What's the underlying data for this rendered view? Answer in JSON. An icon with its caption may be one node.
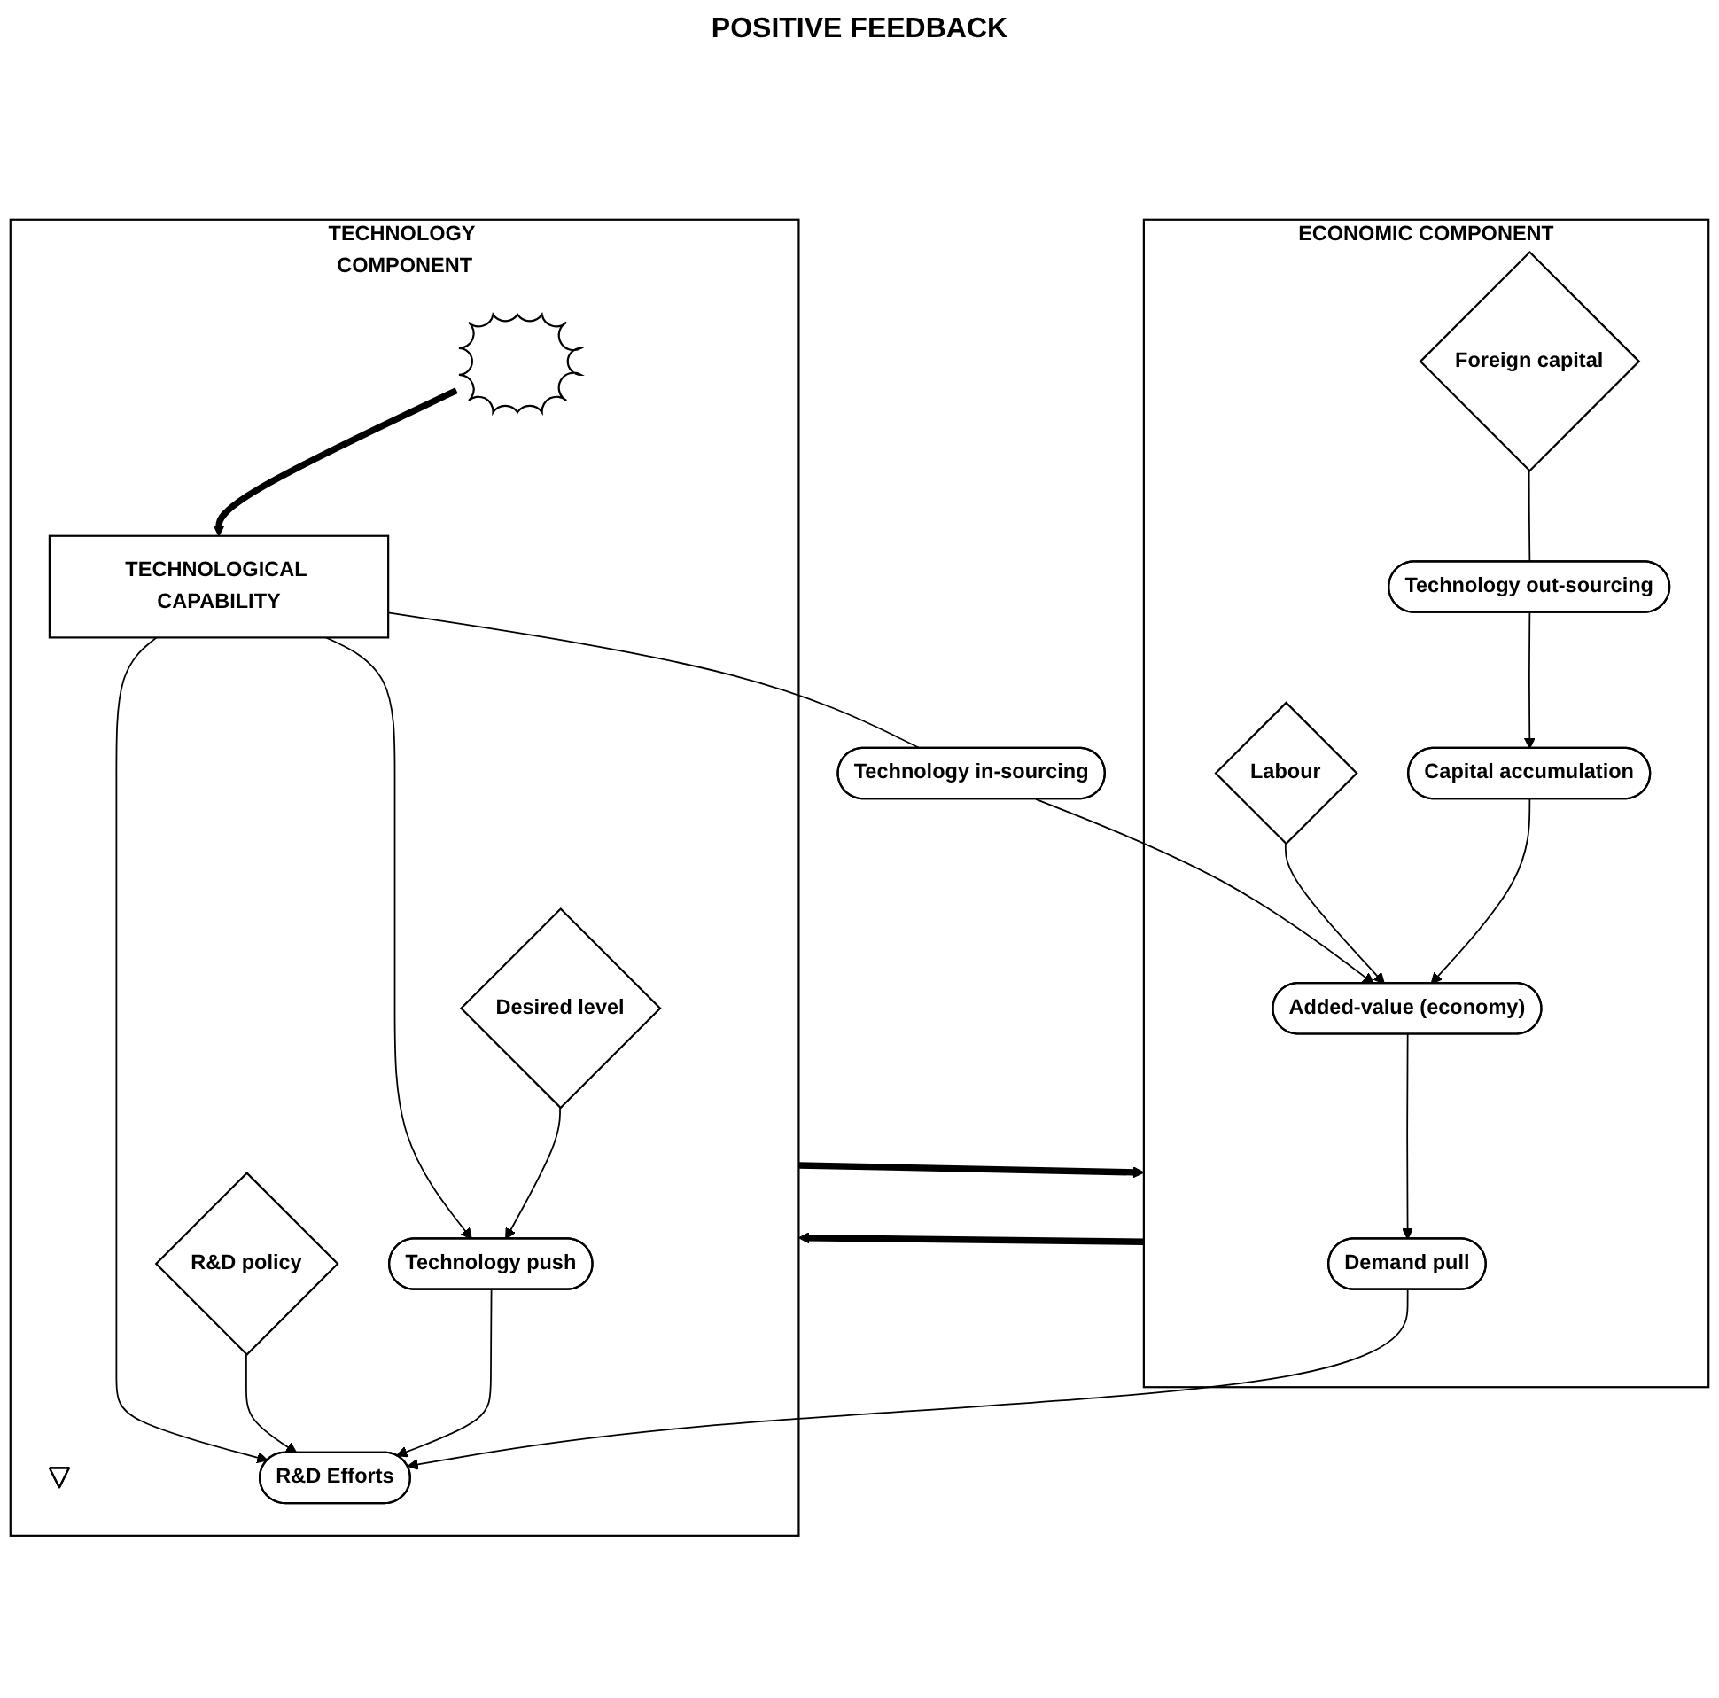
{
  "diagram": {
    "nodes": [
      {
        "text": [
          "TECHNOLOGY COMPONENT"
        ]
      },
      {
        "text": [],
        "shape": "star",
        "in": 0
      },
      {
        "text": [],
        "shape": "triangle",
        "in": 0
      },
      {
        "text": [
          "TECHNOLOGICAL CAPABILITY"
        ],
        "in": 0
      },
      {
        "text": [
          "R&D Efforts"
        ],
        "in": 0
      },
      {
        "text": [
          "R&D policy"
        ],
        "in": 0
      },
      {
        "text": [
          "Technology push"
        ],
        "in": 0
      },
      {
        "text": [
          "Desired level"
        ],
        "in": 0
      },
      {
        "text": [
          "Technology in-sourcing"
        ]
      },
      {
        "text": [
          "ECONOMIC COMPONENT"
        ]
      },
      {
        "text": [
          "Demand pull"
        ],
        "in": 9
      },
      {
        "text": [
          "Added-value (economy)"
        ],
        "in": 9
      },
      {
        "text": [
          "Labour"
        ],
        "in": 9
      },
      {
        "text": [
          "Foreign capital"
        ],
        "in": 9
      },
      {
        "text": [
          "Capital accumulation"
        ],
        "in": 9
      },
      {
        "text": [
          "Technology out-sourcing"
        ],
        "in": 9
      }
    ],
    "edges": [
      {
        "from": 1,
        "to": 3,
        "arrow": "to",
        "style": "thick"
      },
      {
        "from": 3,
        "to": 4,
        "arrow": "to"
      },
      {
        "from": 3,
        "to": 6,
        "arrow": "to"
      },
      {
        "from": 5,
        "to": 4,
        "arrow": "to"
      },
      {
        "from": 6,
        "to": 4,
        "arrow": "to"
      },
      {
        "from": 7,
        "to": 6,
        "arrow": "to"
      },
      {
        "from": 3,
        "to": 8,
        "arrow": "none"
      },
      {
        "from": 8,
        "to": 11,
        "arrow": "to"
      },
      {
        "from": 10,
        "to": 4,
        "arrow": "to"
      },
      {
        "from": 11,
        "to": 10,
        "arrow": "to"
      },
      {
        "from": 12,
        "to": 11,
        "arrow": "to"
      },
      {
        "from": 14,
        "to": 11,
        "arrow": "to"
      },
      {
        "from": 13,
        "to": 15,
        "arrow": "none"
      },
      {
        "from": 15,
        "to": 14,
        "arrow": "to"
      },
      {
        "from": 9,
        "to": 0,
        "arrow": "to",
        "style": "thick"
      },
      {
        "from": 0,
        "to": 9,
        "arrow": "to",
        "style": "thick"
      }
    ],
    "labels": [
      "POSITIVE FEEDBACK"
    ]
  }
}
